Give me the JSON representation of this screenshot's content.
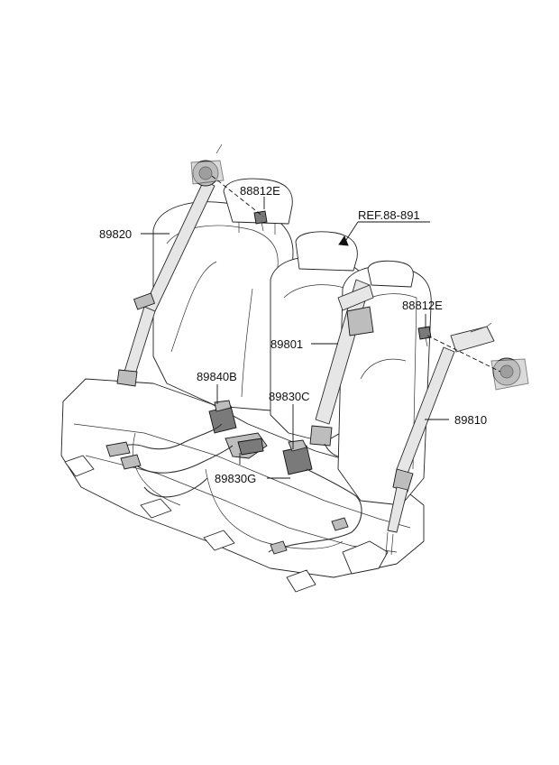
{
  "labels": {
    "upper_left_anchor_bolt": "88812E",
    "left_seat_belt": "89820",
    "reference": "REF.88-891",
    "center_seat_belt": "89801",
    "upper_right_anchor_bolt": "88812E",
    "left_buckle": "89840B",
    "center_buckle": "89830C",
    "right_seat_belt": "89810",
    "center_double_buckle": "89830G"
  }
}
